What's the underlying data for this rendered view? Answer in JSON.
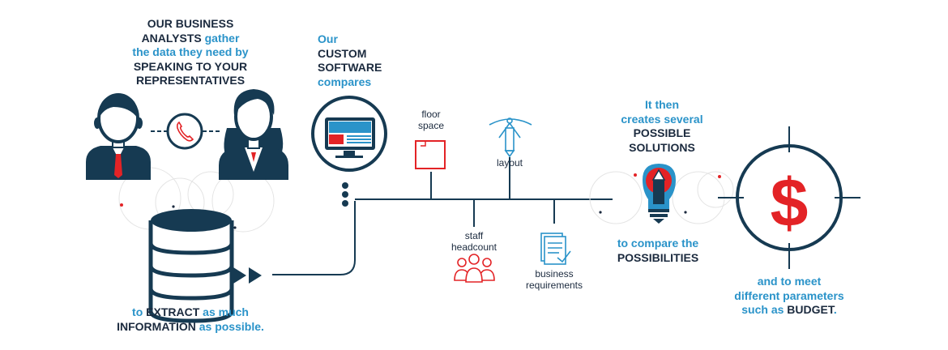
{
  "colors": {
    "navy": "#163a52",
    "blue": "#2a93c9",
    "red": "#e32326",
    "dark": "#1b2a3e"
  },
  "step1": {
    "line1": "OUR BUSINESS",
    "line2a": "ANALYSTS",
    "line2b": " gather",
    "line3a": "the data they need by",
    "line4": "SPEAKING TO YOUR",
    "line5": "REPRESENTATIVES"
  },
  "step2": {
    "line1a": "to ",
    "line1b": "EXTRACT",
    "line1c": " as much",
    "line2a": "INFORMATION",
    "line2b": " as possible."
  },
  "step3": {
    "line1": "Our",
    "line2": "CUSTOM",
    "line3": "SOFTWARE",
    "line4": "compares"
  },
  "factors": {
    "floor_space_1": "floor",
    "floor_space_2": "space",
    "layout": "layout",
    "staff_1": "staff",
    "staff_2": "headcount",
    "business_1": "business",
    "business_2": "requirements"
  },
  "step4": {
    "line1": "It then",
    "line2": "creates several",
    "line3": "POSSIBLE",
    "line4": "SOLUTIONS"
  },
  "step5": {
    "line1": "to compare the",
    "line2": "POSSIBILITIES"
  },
  "step6": {
    "line1": "and to meet",
    "line2": "different parameters",
    "line3a": "such as ",
    "line3b": "BUDGET",
    "line3c": "."
  },
  "icons": {
    "analyst": "businessman-icon",
    "representative": "businesswoman-icon",
    "phone": "phone-icon",
    "database": "database-icon",
    "arrows": "double-arrow-icon",
    "computer": "monitor-icon",
    "floor": "floor-plan-icon",
    "layout": "drafting-compass-icon",
    "staff": "group-icon",
    "business": "document-checklist-icon",
    "idea": "lightbulb-pencil-icon",
    "budget": "dollar-target-icon"
  }
}
